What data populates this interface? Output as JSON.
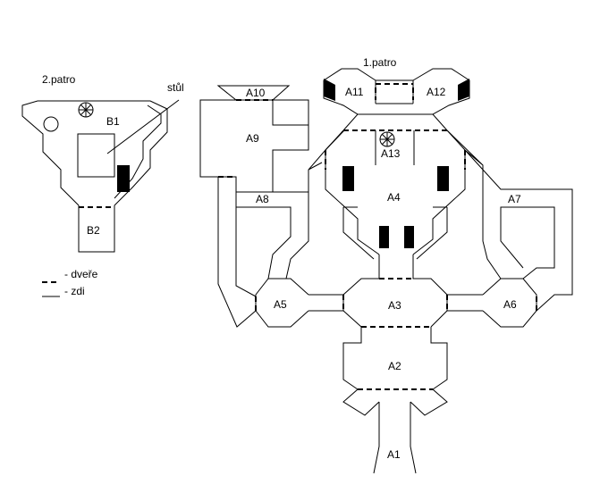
{
  "floors": {
    "second": "2.patro",
    "first": "1.patro"
  },
  "table_label": "stůl",
  "legend": {
    "doors": "- dveře",
    "walls": "- zdi"
  },
  "rooms": {
    "A1": "A1",
    "A2": "A2",
    "A3": "A3",
    "A4": "A4",
    "A5": "A5",
    "A6": "A6",
    "A7": "A7",
    "A8": "A8",
    "A9": "A9",
    "A10": "A10",
    "A11": "A11",
    "A12": "A12",
    "A13": "A13",
    "B1": "B1",
    "B2": "B2"
  }
}
